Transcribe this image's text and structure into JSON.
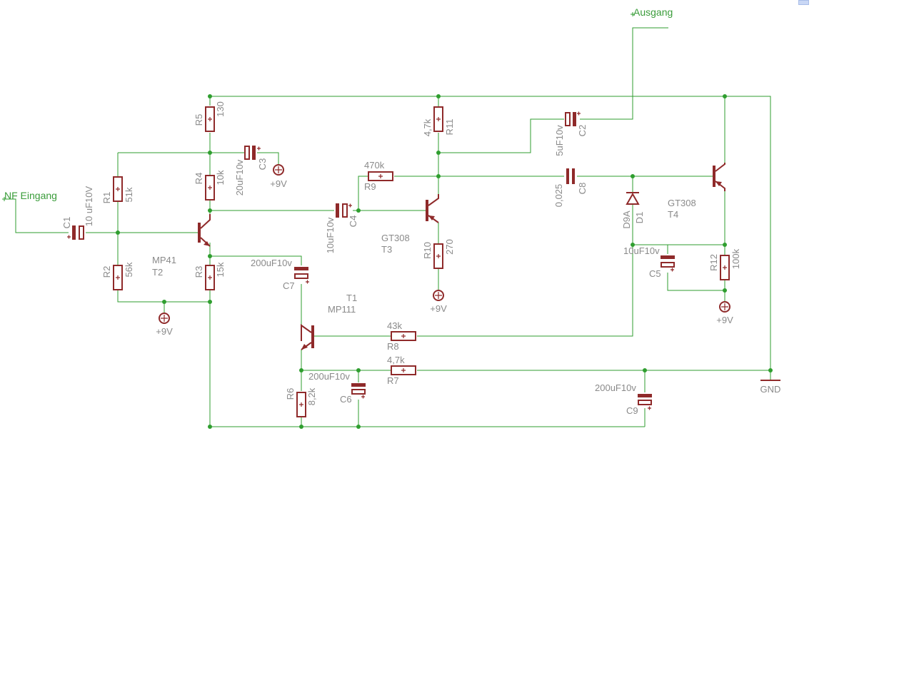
{
  "nets": {
    "input": "NF Eingang",
    "output": "Ausgang",
    "ground": "GND",
    "supply": "+9V"
  },
  "components": {
    "R1": {
      "name": "R1",
      "value": "51k"
    },
    "R2": {
      "name": "R2",
      "value": "56k"
    },
    "R3": {
      "name": "R3",
      "value": "15k"
    },
    "R4": {
      "name": "R4",
      "value": "10k"
    },
    "R5": {
      "name": "R5",
      "value": "130"
    },
    "R6": {
      "name": "R6",
      "value": "8,2k"
    },
    "R7": {
      "name": "R7",
      "value": "4,7k"
    },
    "R8": {
      "name": "R8",
      "value": "43k"
    },
    "R9": {
      "name": "R9",
      "value": "470k"
    },
    "R10": {
      "name": "R10",
      "value": "270"
    },
    "R11": {
      "name": "R11",
      "value": "4,7k"
    },
    "R12": {
      "name": "R12",
      "value": "100k"
    },
    "C1": {
      "name": "C1",
      "value": "10 uF10V"
    },
    "C2": {
      "name": "C2",
      "value": "5uF10v"
    },
    "C3": {
      "name": "C3",
      "value": "20uF10v"
    },
    "C4": {
      "name": "C4",
      "value": "10uF10v"
    },
    "C5": {
      "name": "C5",
      "value": "10uF10v"
    },
    "C6": {
      "name": "C6",
      "value": "200uF10v"
    },
    "C7": {
      "name": "C7",
      "value": "200uF10v"
    },
    "C8": {
      "name": "C8",
      "value": "0,025"
    },
    "C9": {
      "name": "C9",
      "value": "200uF10v"
    },
    "D1": {
      "name": "D1",
      "value": "D9A"
    },
    "T1": {
      "name": "T1",
      "value": "MP111"
    },
    "T2": {
      "name": "T2",
      "value": "MP41"
    },
    "T3": {
      "name": "T3",
      "value": "GT308"
    },
    "T4": {
      "name": "T4",
      "value": "GT308"
    }
  }
}
